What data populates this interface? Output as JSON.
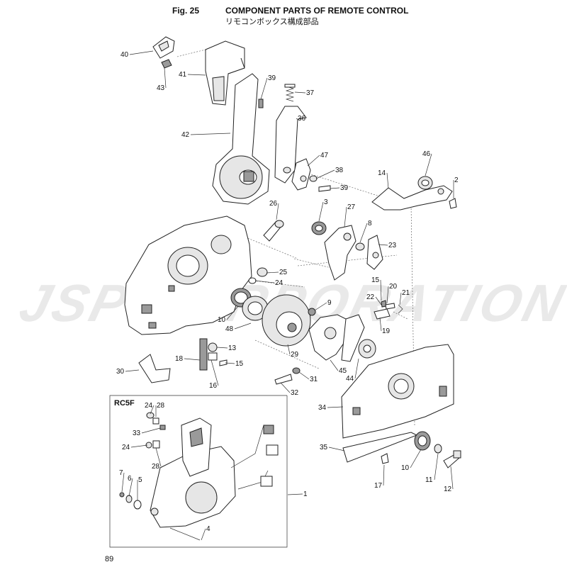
{
  "header": {
    "fig": "Fig. 25",
    "title": "COMPONENT PARTS OF REMOTE CONTROL",
    "subtitle": "リモコンボックス構成部品"
  },
  "inset_label": "RC5F",
  "watermark": "JSP CORPORATION",
  "page_number": "89",
  "part_labels": [
    "40",
    "43",
    "41",
    "39",
    "37",
    "36",
    "42",
    "47",
    "38",
    "39",
    "46",
    "14",
    "2",
    "26",
    "3",
    "27",
    "8",
    "23",
    "25",
    "24",
    "15",
    "20",
    "21",
    "22",
    "9",
    "19",
    "10",
    "48",
    "29",
    "13",
    "18",
    "15",
    "16",
    "30",
    "45",
    "44",
    "31",
    "32",
    "34",
    "35",
    "10",
    "17",
    "11",
    "12",
    "24",
    "28",
    "33",
    "24",
    "28",
    "7",
    "6",
    "5",
    "1",
    "4"
  ]
}
